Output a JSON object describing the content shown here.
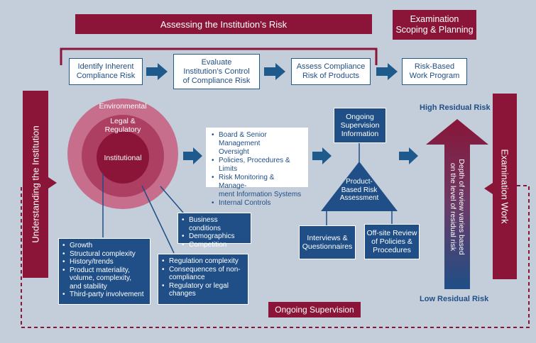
{
  "assessing": {
    "label": "Assessing the Institution’s Risk"
  },
  "exam_scoping": {
    "line1": "Examination",
    "line2": "Scoping & Planning"
  },
  "steps": {
    "s1": {
      "line1": "Identify Inherent",
      "line2": "Compliance Risk"
    },
    "s2": {
      "line1": "Evaluate",
      "line2": "Institution’s Control",
      "line3": "of Compliance Risk"
    },
    "s3": {
      "line1": "Assess Compliance",
      "line2": "Risk of Products"
    },
    "s4": {
      "line1": "Risk-Based",
      "line2": "Work Program"
    }
  },
  "understanding": {
    "label": "Understanding the Institution"
  },
  "examination_work": {
    "label": "Examination Work"
  },
  "circles": {
    "environmental": "Environmental",
    "legal_line1": "Legal &",
    "legal_line2": "Regulatory",
    "institutional": "Institutional"
  },
  "controls": {
    "items": [
      [
        "Board & Senior Management",
        "Oversight"
      ],
      [
        "Policies, Procedures & Limits"
      ],
      [
        "Risk Monitoring & Manage-",
        "ment Information Systems"
      ],
      [
        "Internal Controls"
      ]
    ]
  },
  "ongoing_info": {
    "line1": "Ongoing",
    "line2": "Supervision",
    "line3": "Information"
  },
  "product_based": {
    "line1": "Product-",
    "line2": "Based Risk",
    "line3": "Assessment"
  },
  "interviews": {
    "line1": "Interviews &",
    "line2": "Questionnaires"
  },
  "offsite": {
    "line1": "Off-site Review",
    "line2": "of Policies &",
    "line3": "Procedures"
  },
  "environmental_factors": {
    "items": [
      "Business conditions",
      "Demographics",
      "Competition"
    ]
  },
  "institutional_factors": {
    "items": [
      [
        "Growth"
      ],
      [
        "Structural complexity"
      ],
      [
        "History/trends"
      ],
      [
        "Product materiality,",
        "volume, complexity,",
        "and stability"
      ],
      [
        "Third-party involvement"
      ]
    ]
  },
  "regulatory_factors": {
    "items": [
      [
        "Regulation complexity"
      ],
      [
        "Consequences of non-",
        "compliance"
      ],
      [
        "Regulatory or legal",
        "changes"
      ]
    ]
  },
  "risk": {
    "high": "High Residual Risk",
    "low": "Low Residual Risk",
    "depth_line1": "Depth of review varies based",
    "depth_line2": "on the level of residual risk"
  },
  "ongoing_supervision": {
    "label": "Ongoing Supervision"
  },
  "colors": {
    "maroon": "#8a1538",
    "navy": "#1f4f86",
    "background": "#c4cedb",
    "arrow_blue": "#1f5a8c"
  }
}
